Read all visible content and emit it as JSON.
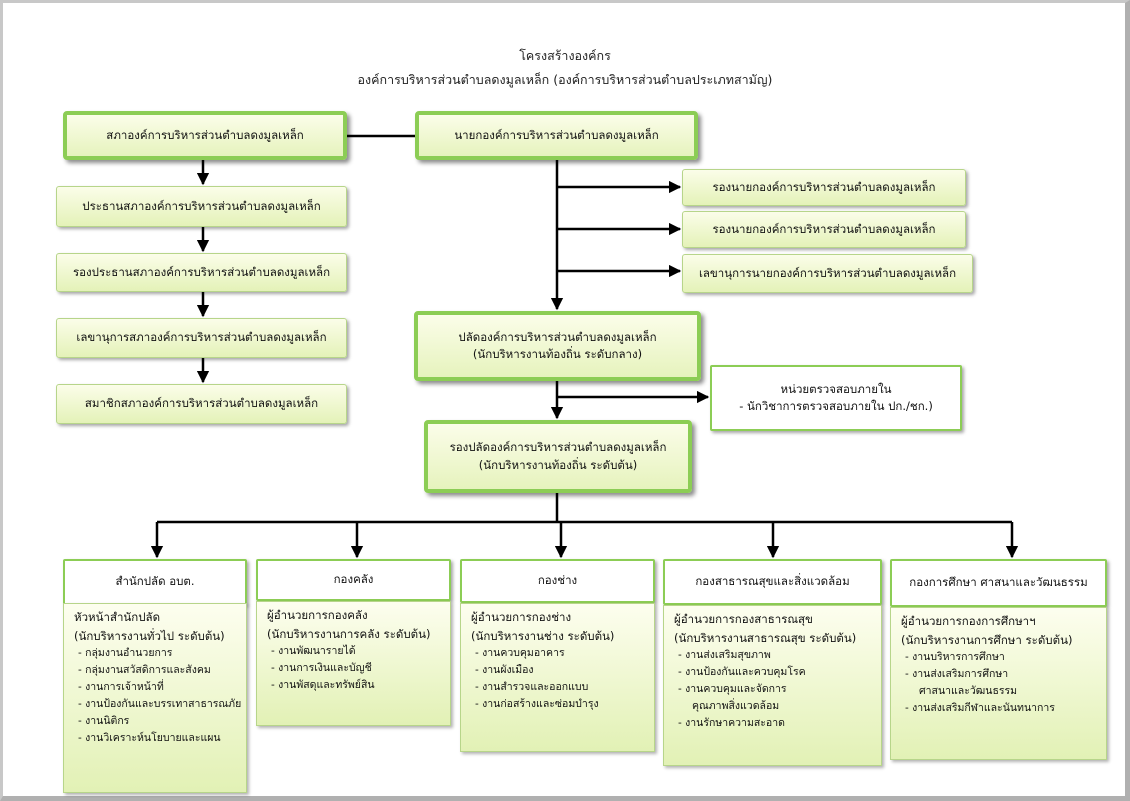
{
  "header": {
    "title": "โครงสร้างองค์กร",
    "subtitle": "องค์การบริหารส่วนตำบลดงมูลเหล็ก  (องค์การบริหารส่วนตำบลประเภทสามัญ)"
  },
  "council": {
    "main": "สภาองค์การบริหารส่วนตำบลดงมูลเหล็ก",
    "chain": [
      "ประธานสภาองค์การบริหารส่วนตำบลดงมูลเหล็ก",
      "รองประธานสภาองค์การบริหารส่วนตำบลดงมูลเหล็ก",
      "เลขานุการสภาองค์การบริหารส่วนตำบลดงมูลเหล็ก",
      "สมาชิกสภาองค์การบริหารส่วนตำบลดงมูลเหล็ก"
    ]
  },
  "executive": {
    "mayor": "นายกองค์การบริหารส่วนตำบลดงมูลเหล็ก",
    "deputies": [
      "รองนายกองค์การบริหารส่วนตำบลดงมูลเหล็ก",
      "รองนายกองค์การบริหารส่วนตำบลดงมูลเหล็ก",
      "เลขานุการนายกองค์การบริหารส่วนตำบลดงมูลเหล็ก"
    ],
    "clerk": {
      "line1": "ปลัดองค์การบริหารส่วนตำบลดงมูลเหล็ก",
      "line2": "(นักบริหารงานท้องถิ่น ระดับกลาง)"
    },
    "audit": {
      "line1": "หน่วยตรวจสอบภายใน",
      "line2": "- นักวิชาการตรวจสอบภายใน ปก./ชก.)"
    },
    "deputy_clerk": {
      "line1": "รองปลัดองค์การบริหารส่วนตำบลดงมูลเหล็ก",
      "line2": "(นักบริหารงานท้องถิ่น ระดับต้น)"
    }
  },
  "departments": [
    {
      "name": "สำนักปลัด อบต.",
      "head": "หัวหน้าสำนักปลัด",
      "head_level": "(นักบริหารงานทั่วไป ระดับต้น)",
      "items": [
        "-  กลุ่มงานอำนวยการ",
        "-  กลุ่มงานสวัสดิการและสังคม",
        "-  งานการเจ้าหน้าที่",
        "-  งานป้องกันและบรรเทาสาธารณภัย",
        "-  งานนิติกร",
        "-  งานวิเคราะห์นโยบายและแผน"
      ]
    },
    {
      "name": "กองคลัง",
      "head": "ผู้อำนวยการกองคลัง",
      "head_level": "(นักบริหารงานการคลัง ระดับต้น)",
      "items": [
        "- งานพัฒนารายได้",
        "- งานการเงินและบัญชี",
        "- งานพัสดุและทรัพย์สิน"
      ]
    },
    {
      "name": "กองช่าง",
      "head": "ผู้อำนวยการกองช่าง",
      "head_level": "(นักบริหารงานช่าง ระดับต้น)",
      "items": [
        "- งานควบคุมอาคาร",
        "- งานผังเมือง",
        "- งานสำรวจและออกแบบ",
        "- งานก่อสร้างและซ่อมบำรุง"
      ]
    },
    {
      "name": "กองสาธารณสุขและสิ่งแวดล้อม",
      "head": "ผู้อำนวยการกองสาธารณสุข",
      "head_level": "(นักบริหารงานสาธารณสุข ระดับต้น)",
      "items": [
        "- งานส่งเสริมสุขภาพ",
        "- งานป้องกันและควบคุมโรค",
        "- งานควบคุมและจัดการ",
        "คุณภาพสิ่งแวดล้อม",
        "- งานรักษาความสะอาด"
      ]
    },
    {
      "name": "กองการศึกษา ศาสนาและวัฒนธรรม",
      "head": "ผู้อำนวยการกองการศึกษาฯ",
      "head_level": "(นักบริหารงานการศึกษา ระดับต้น)",
      "items": [
        "- งานบริหารการศึกษา",
        "- งานส่งเสริมการศึกษา",
        "ศาสนาและวัฒนธรรม",
        "- งานส่งเสริมกีฬาและนันทนาการ"
      ]
    }
  ]
}
